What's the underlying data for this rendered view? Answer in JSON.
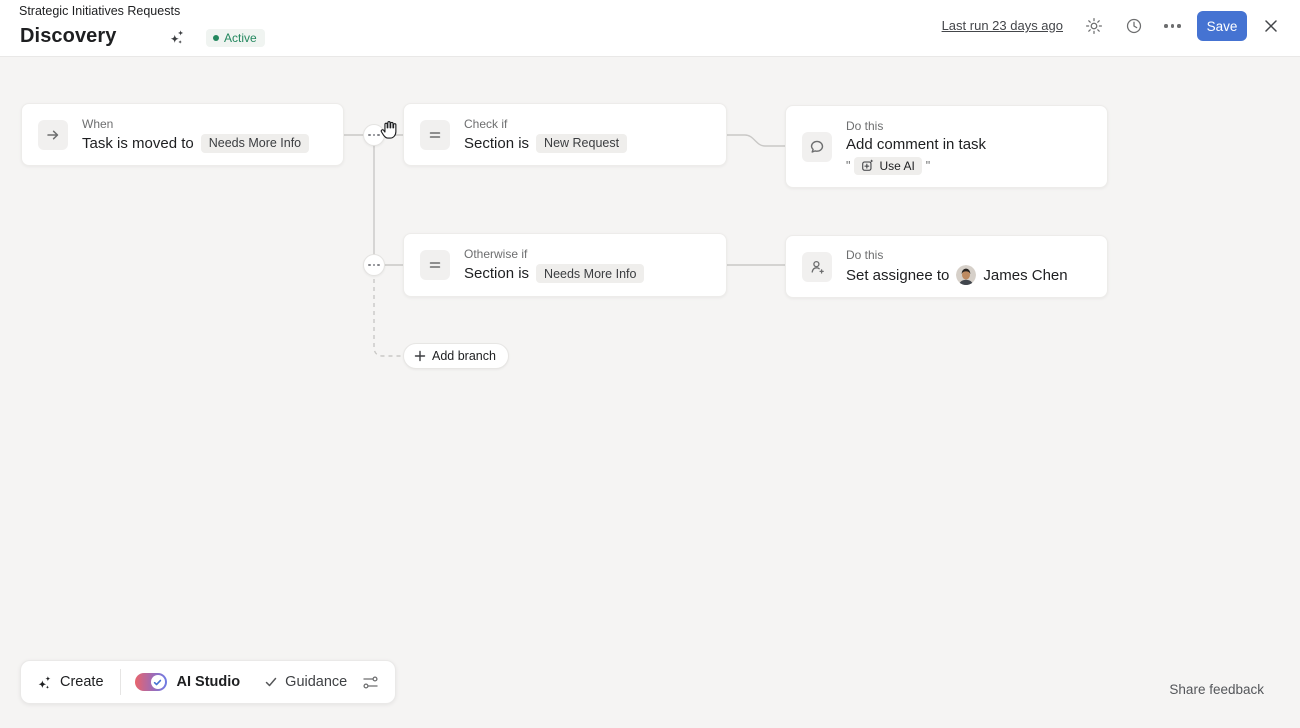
{
  "header": {
    "breadcrumb": "Strategic Initiatives Requests",
    "title": "Discovery",
    "status": "Active",
    "last_run": "Last run 23 days ago",
    "save": "Save"
  },
  "workflow": {
    "trigger": {
      "label": "When",
      "text": "Task is moved to",
      "chip": "Needs More Info"
    },
    "branch1_condition": {
      "label": "Check if",
      "text": "Section is",
      "chip": "New Request"
    },
    "branch1_action": {
      "label": "Do this",
      "title": "Add comment in task",
      "quote_open": "\"",
      "quote_close": "\"",
      "ai_chip": "Use AI"
    },
    "branch2_condition": {
      "label": "Otherwise if",
      "text": "Section is",
      "chip": "Needs More Info"
    },
    "branch2_action": {
      "label": "Do this",
      "text": "Set assignee to",
      "assignee": "James Chen"
    },
    "add_branch": "Add branch"
  },
  "toolbar": {
    "create": "Create",
    "ai_studio": "AI Studio",
    "guidance": "Guidance"
  },
  "footer": {
    "share_feedback": "Share feedback"
  },
  "colors": {
    "accent_blue": "#4573d2",
    "status_green": "#24885f",
    "toggle_gradient_start": "#e8646c",
    "toggle_gradient_end": "#6d7ce6",
    "canvas_bg": "#f5f4f3",
    "connector_gray": "#c9c8c6"
  }
}
